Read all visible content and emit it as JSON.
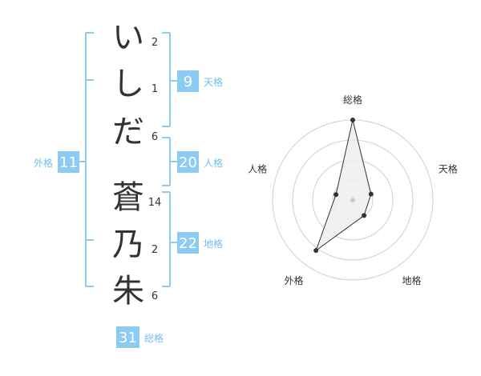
{
  "colors": {
    "accent": "#8cccf2",
    "label": "#6ec0ee",
    "char": "#333333",
    "stroke": "#8cccf2",
    "radar_line": "#333333",
    "radar_ring": "#d0d0d0",
    "radar_fill": "#eeeeee"
  },
  "name": {
    "characters": [
      {
        "char": "い",
        "strokes": "2"
      },
      {
        "char": "し",
        "strokes": "1"
      },
      {
        "char": "だ",
        "strokes": "6"
      },
      {
        "char": "蒼",
        "strokes": "14"
      },
      {
        "char": "乃",
        "strokes": "2"
      },
      {
        "char": "朱",
        "strokes": "6"
      }
    ]
  },
  "fortune": {
    "tenkaku": {
      "value": "9",
      "label": "天格"
    },
    "jinkaku": {
      "value": "20",
      "label": "人格"
    },
    "chikaku": {
      "value": "22",
      "label": "地格"
    },
    "gaikaku": {
      "value": "11",
      "label": "外格"
    },
    "soukaku": {
      "value": "31",
      "label": "総格"
    }
  },
  "chart_data": {
    "type": "radar",
    "axes": [
      "総格",
      "天格",
      "地格",
      "外格",
      "人格"
    ],
    "values": [
      1.0,
      0.24,
      0.24,
      0.78,
      0.22
    ],
    "range": [
      0,
      1
    ],
    "rings": 4,
    "grid": true
  }
}
